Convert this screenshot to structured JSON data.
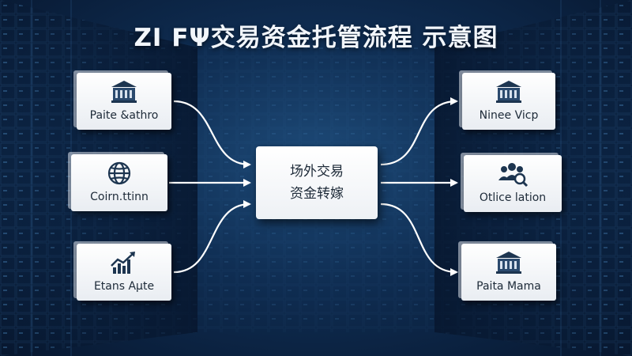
{
  "title": "ΖΙ FΨ交易资金托管流程 示意图",
  "center": {
    "line1": "场外交易",
    "line2": "资金转嫁"
  },
  "left_nodes": [
    {
      "label": "Paite &athro",
      "icon": "bank-building-icon"
    },
    {
      "label": "Coirn.ttinn",
      "icon": "globe-icon"
    },
    {
      "label": "Etans Aµte",
      "icon": "growth-chart-icon"
    }
  ],
  "right_nodes": [
    {
      "label": "Ninee Vicp",
      "icon": "bank-building-icon"
    },
    {
      "label": "Otlice lation",
      "icon": "people-search-icon"
    },
    {
      "label": "Paita Mama",
      "icon": "bank-building-icon"
    }
  ],
  "colors": {
    "background": "#0f2d52",
    "box": "#ffffff",
    "arrow": "#ffffff",
    "icon": "#1d3550"
  }
}
